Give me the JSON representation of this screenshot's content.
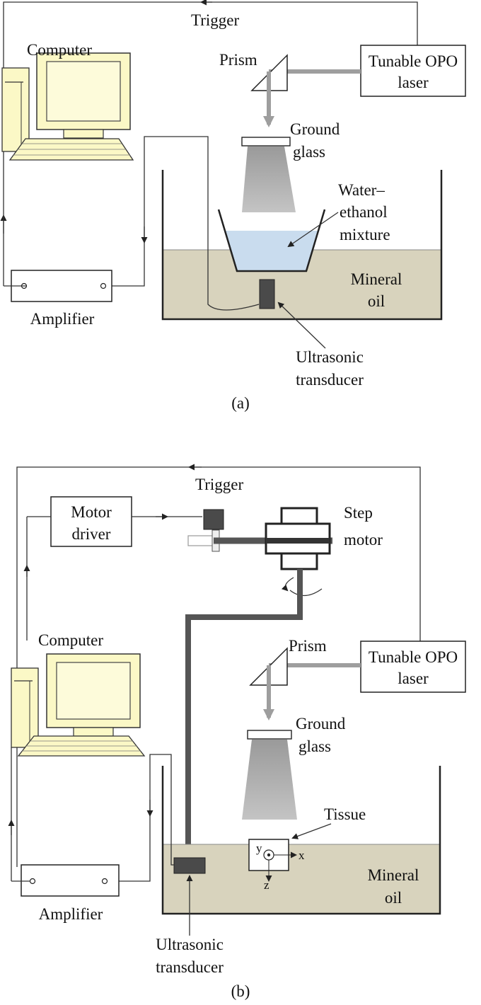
{
  "panel_a": {
    "trigger": "Trigger",
    "computer": "Computer",
    "prism": "Prism",
    "laser_line1": "Tunable OPO",
    "laser_line2": "laser",
    "ground_line1": "Ground",
    "ground_line2": "glass",
    "mix_line1": "Water–",
    "mix_line2": "ethanol",
    "mix_line3": "mixture",
    "oil_line1": "Mineral",
    "oil_line2": "oil",
    "amplifier": "Amplifier",
    "transducer_line1": "Ultrasonic",
    "transducer_line2": "transducer",
    "caption": "(a)"
  },
  "panel_b": {
    "trigger": "Trigger",
    "motor_line1": "Motor",
    "motor_line2": "driver",
    "step_line1": "Step",
    "step_line2": "motor",
    "computer": "Computer",
    "prism": "Prism",
    "laser_line1": "Tunable OPO",
    "laser_line2": "laser",
    "ground_line1": "Ground",
    "ground_line2": "glass",
    "tissue": "Tissue",
    "oil_line1": "Mineral",
    "oil_line2": "oil",
    "amplifier": "Amplifier",
    "transducer_line1": "Ultrasonic",
    "transducer_line2": "transducer",
    "axis_y": "y",
    "axis_x": "x",
    "axis_z": "z",
    "caption": "(b)"
  },
  "colors": {
    "oil": "#d8d3bd",
    "water": "#c9dcee",
    "computer_case": "#fbf8c6",
    "beam": "#9e9e9e",
    "transducer": "#4a4a4a"
  }
}
